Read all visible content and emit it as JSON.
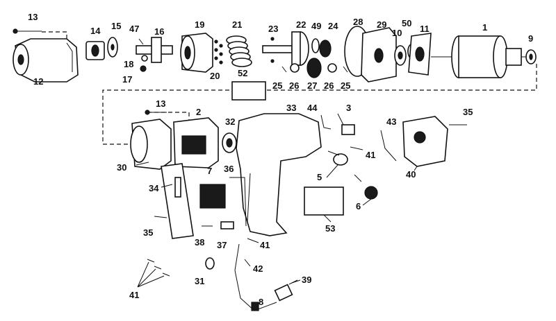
{
  "labels": [
    {
      "id": "13a",
      "text": "13"
    },
    {
      "id": "12",
      "text": "12"
    },
    {
      "id": "14",
      "text": "14"
    },
    {
      "id": "15",
      "text": "15"
    },
    {
      "id": "47",
      "text": "47"
    },
    {
      "id": "16",
      "text": "16"
    },
    {
      "id": "18",
      "text": "18"
    },
    {
      "id": "17",
      "text": "17"
    },
    {
      "id": "19",
      "text": "19"
    },
    {
      "id": "21",
      "text": "21"
    },
    {
      "id": "20",
      "text": "20"
    },
    {
      "id": "23",
      "text": "23"
    },
    {
      "id": "22",
      "text": "22"
    },
    {
      "id": "49",
      "text": "49"
    },
    {
      "id": "24",
      "text": "24"
    },
    {
      "id": "28",
      "text": "28"
    },
    {
      "id": "29",
      "text": "29"
    },
    {
      "id": "10",
      "text": "10"
    },
    {
      "id": "50",
      "text": "50"
    },
    {
      "id": "11",
      "text": "11"
    },
    {
      "id": "1",
      "text": "1"
    },
    {
      "id": "9",
      "text": "9"
    },
    {
      "id": "52",
      "text": "52"
    },
    {
      "id": "25a",
      "text": "25"
    },
    {
      "id": "26a",
      "text": "26"
    },
    {
      "id": "27",
      "text": "27"
    },
    {
      "id": "26b",
      "text": "26"
    },
    {
      "id": "25b",
      "text": "25"
    },
    {
      "id": "13b",
      "text": "13"
    },
    {
      "id": "2",
      "text": "2"
    },
    {
      "id": "32",
      "text": "32"
    },
    {
      "id": "33",
      "text": "33"
    },
    {
      "id": "44",
      "text": "44"
    },
    {
      "id": "3",
      "text": "3"
    },
    {
      "id": "43",
      "text": "43"
    },
    {
      "id": "35a",
      "text": "35"
    },
    {
      "id": "30",
      "text": "30"
    },
    {
      "id": "41a",
      "text": "41"
    },
    {
      "id": "40",
      "text": "40"
    },
    {
      "id": "7",
      "text": "7"
    },
    {
      "id": "36",
      "text": "36"
    },
    {
      "id": "34",
      "text": "34"
    },
    {
      "id": "5",
      "text": "5"
    },
    {
      "id": "6",
      "text": "6"
    },
    {
      "id": "53",
      "text": "53"
    },
    {
      "id": "35b",
      "text": "35"
    },
    {
      "id": "38",
      "text": "38"
    },
    {
      "id": "37",
      "text": "37"
    },
    {
      "id": "41b",
      "text": "41"
    },
    {
      "id": "42",
      "text": "42"
    },
    {
      "id": "39",
      "text": "39"
    },
    {
      "id": "31",
      "text": "31"
    },
    {
      "id": "41c",
      "text": "41"
    },
    {
      "id": "8",
      "text": "8"
    }
  ]
}
